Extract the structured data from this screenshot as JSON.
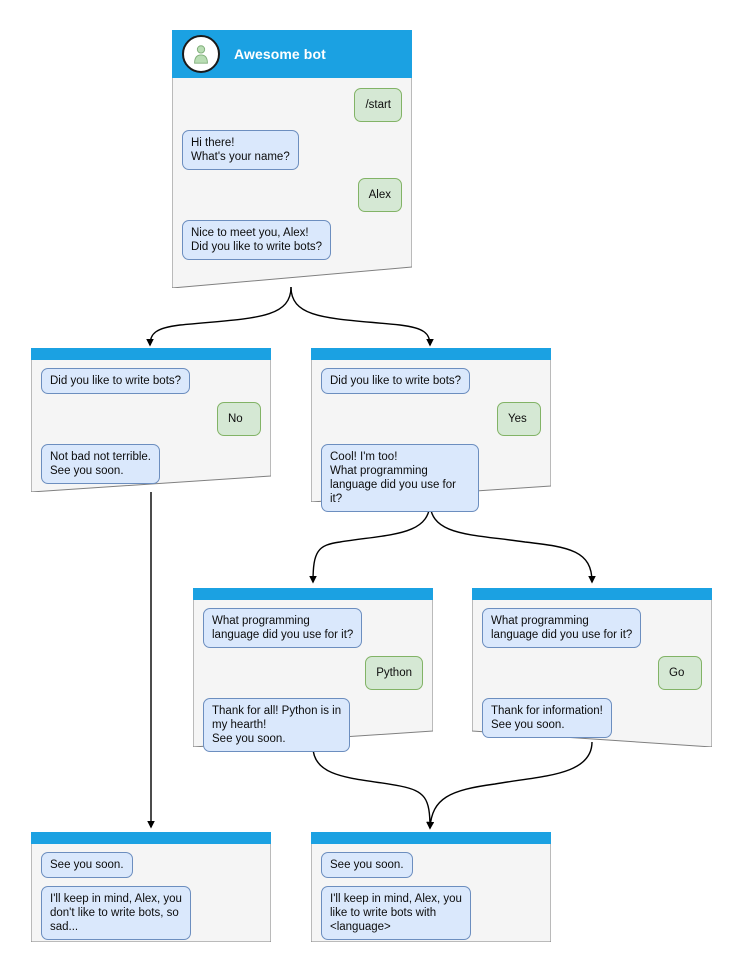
{
  "diagram": {
    "title": "Awesome bot chatbot conversation flow",
    "bot_name": "Awesome bot",
    "avatar_icon": "person-avatar-icon",
    "colors": {
      "header": "#1ba1e2",
      "bot_bubble_fill": "#dae8fc",
      "bot_bubble_stroke": "#6c8ebf",
      "user_bubble_fill": "#d5e8d4",
      "user_bubble_stroke": "#82b366",
      "node_fill": "#f5f5f5",
      "node_stroke": "#808080",
      "edge_stroke": "#000000",
      "canvas": "#ffffff"
    }
  },
  "nodes": [
    {
      "id": "root",
      "name": "node-start",
      "has_bot_header": true,
      "messages": [
        {
          "from": "user",
          "text": "/start"
        },
        {
          "from": "bot",
          "text": "Hi there!\nWhat's your name?"
        },
        {
          "from": "user",
          "text": "Alex"
        },
        {
          "from": "bot",
          "text": "Nice to meet you, Alex!\nDid you like to write bots?"
        }
      ]
    },
    {
      "id": "no",
      "name": "node-answer-no",
      "has_bot_header": false,
      "messages": [
        {
          "from": "bot",
          "text": "Did you like to write bots?"
        },
        {
          "from": "user",
          "text": "No"
        },
        {
          "from": "bot",
          "text": "Not bad not terrible.\nSee you soon."
        }
      ]
    },
    {
      "id": "yes",
      "name": "node-answer-yes",
      "has_bot_header": false,
      "messages": [
        {
          "from": "bot",
          "text": "Did you like to write bots?"
        },
        {
          "from": "user",
          "text": "Yes"
        },
        {
          "from": "bot",
          "text": "Cool! I'm too!\nWhat programming\nlanguage did you use for it?"
        }
      ]
    },
    {
      "id": "python",
      "name": "node-language-python",
      "has_bot_header": false,
      "messages": [
        {
          "from": "bot",
          "text": "What programming\nlanguage did you use for it?"
        },
        {
          "from": "user",
          "text": "Python"
        },
        {
          "from": "bot",
          "text": "Thank for all! Python is in\nmy hearth!\nSee you soon."
        }
      ]
    },
    {
      "id": "go",
      "name": "node-language-go",
      "has_bot_header": false,
      "messages": [
        {
          "from": "bot",
          "text": "What programming\nlanguage did you use for it?"
        },
        {
          "from": "user",
          "text": "Go"
        },
        {
          "from": "bot",
          "text": "Thank for information!\nSee you soon."
        }
      ]
    },
    {
      "id": "end-no",
      "name": "node-end-no",
      "has_bot_header": false,
      "messages": [
        {
          "from": "bot",
          "text": "See you soon."
        },
        {
          "from": "bot",
          "text": "I'll keep in mind, Alex, you\ndon't like to write bots, so\nsad..."
        }
      ]
    },
    {
      "id": "end-yes",
      "name": "node-end-yes",
      "has_bot_header": false,
      "messages": [
        {
          "from": "bot",
          "text": "See you soon."
        },
        {
          "from": "bot",
          "text": "I'll keep in mind, Alex, you\nlike to write bots with\n<language>"
        }
      ]
    }
  ]
}
